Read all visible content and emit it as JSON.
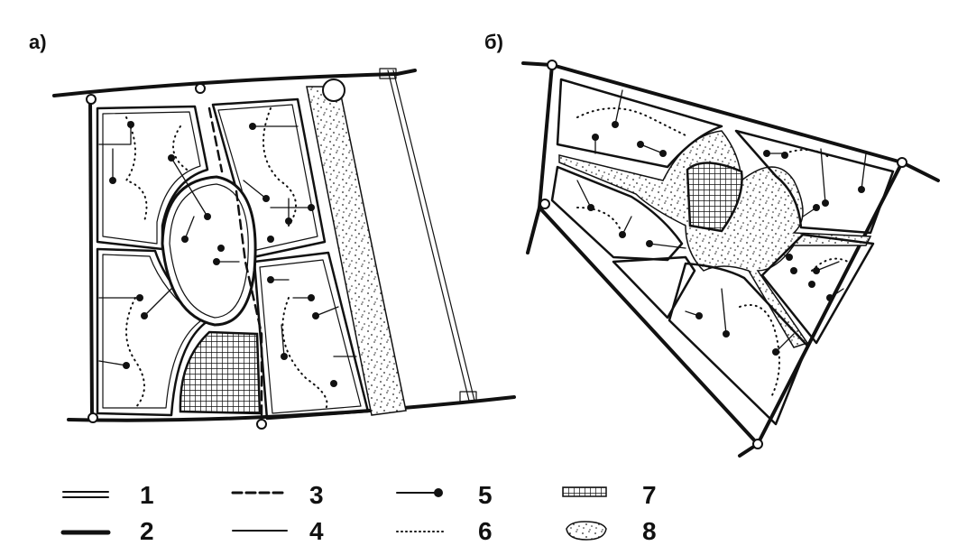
{
  "panels": {
    "a": {
      "label": "а)"
    },
    "b": {
      "label": "б)"
    }
  },
  "legend": [
    {
      "number": "1",
      "symbol": "double-line"
    },
    {
      "number": "2",
      "symbol": "thick-line"
    },
    {
      "number": "3",
      "symbol": "dashed-line"
    },
    {
      "number": "4",
      "symbol": "thin-line"
    },
    {
      "number": "5",
      "symbol": "line-with-dot"
    },
    {
      "number": "6",
      "symbol": "dotted-line"
    },
    {
      "number": "7",
      "symbol": "crosshatch-fill"
    },
    {
      "number": "8",
      "symbol": "stippled-fill"
    }
  ],
  "colors": {
    "ink": "#111111",
    "paper": "#ffffff"
  }
}
